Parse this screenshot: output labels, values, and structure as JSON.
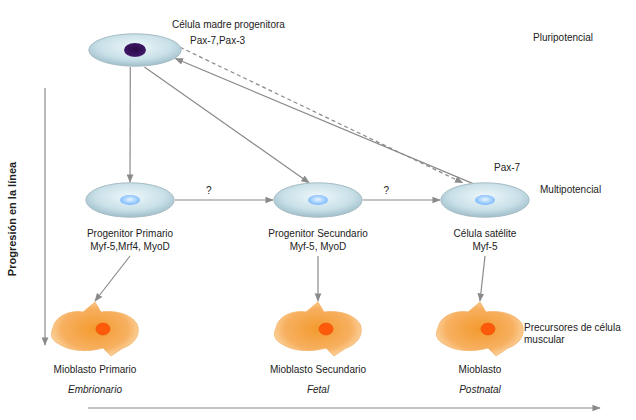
{
  "diagram": {
    "nodes": [
      {
        "text": [
          "Célula madre progenitora",
          "Pax-7,Pax-3"
        ]
      },
      {
        "text": [
          "Progenitor Primario",
          "Myf-5,Mrf4, MyoD"
        ]
      },
      {
        "text": [
          "Progenitor Secundario",
          "Myf-5, MyoD"
        ]
      },
      {
        "text": [
          "Pax-7",
          "Célula satélite",
          "Myf-5"
        ]
      },
      {
        "text": [
          "Mioblasto Primario",
          "Embrionario"
        ]
      },
      {
        "text": [
          "Mioblasto Secundario",
          "Fetal"
        ]
      },
      {
        "text": [
          "Mioblasto",
          "Postnatal"
        ]
      }
    ],
    "edges": [
      {
        "from": 0,
        "to": 1,
        "arrow": "to"
      },
      {
        "from": 0,
        "to": 2,
        "arrow": "to"
      },
      {
        "from": 3,
        "to": 0,
        "arrow": "to"
      },
      {
        "from": 0,
        "to": 3,
        "arrow": "to"
      },
      {
        "from": 1,
        "to": 2,
        "label": "?",
        "arrow": "to"
      },
      {
        "from": 2,
        "to": 3,
        "label": "?",
        "arrow": "to"
      },
      {
        "from": 1,
        "to": 4,
        "arrow": "to"
      },
      {
        "from": 2,
        "to": 5,
        "arrow": "to"
      },
      {
        "from": 3,
        "to": 6,
        "arrow": "to"
      }
    ],
    "labels": [
      "Pluripotencial",
      "Multipotencial",
      "Precursores de célula muscular",
      "Progresión en la línea"
    ]
  }
}
